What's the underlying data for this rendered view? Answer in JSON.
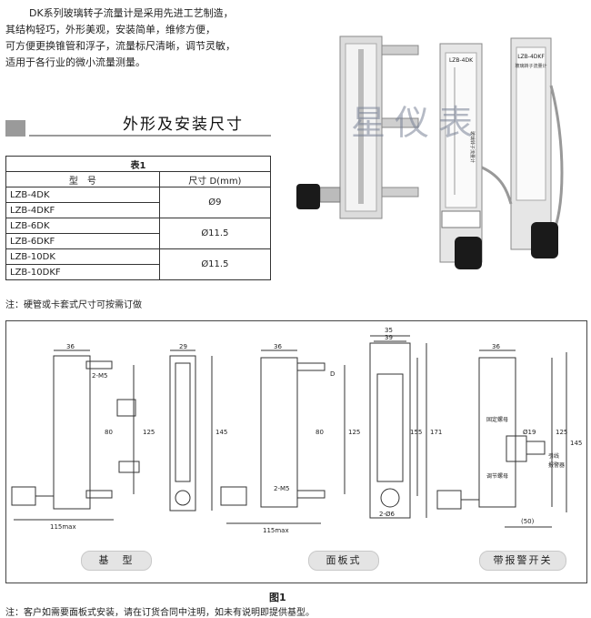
{
  "intro": {
    "lines": [
      "DK系列玻璃转子流量计是采用先进工艺制造，",
      "其结构轻巧，外形美观，安装简单，维修方便，",
      "可方便更换锥管和浮子，流量标尺清晰，调节灵敏，",
      "适用于各行业的微小流量测量。"
    ]
  },
  "section_title": "外形及安装尺寸",
  "table": {
    "caption": "表1",
    "headers": [
      "型　号",
      "尺寸 D(mm)"
    ],
    "rows": [
      {
        "models": [
          "LZB-4DK",
          "LZB-4DKF"
        ],
        "dim": "Ø9"
      },
      {
        "models": [
          "LZB-6DK",
          "LZB-6DKF"
        ],
        "dim": "Ø11.5"
      },
      {
        "models": [
          "LZB-10DK",
          "LZB-10DKF"
        ],
        "dim": "Ø11.5"
      }
    ]
  },
  "note_table": "注：硬管或卡套式尺寸可按需订做",
  "photo": {
    "watermark": "星仪表",
    "label_4dk": "LZB-4DK",
    "label_4dk_sub": "玻璃转子流量计",
    "label_4dkf": "LZB-4DKF",
    "label_4dkf_sub": "玻璃转子流量计"
  },
  "figure": {
    "label": "图1",
    "views": [
      "基　型",
      "面板式",
      "带报警开关"
    ],
    "dims": {
      "d36": "36",
      "d29": "29",
      "d35": "35",
      "d39": "39",
      "d80": "80",
      "d125": "125",
      "d145": "145",
      "d155": "155",
      "d171": "171",
      "d115max": "115max",
      "d2m5": "2-M5",
      "dD": "D",
      "dphi19": "Ø19",
      "d50": "(50)",
      "d2phi6": "2-Ø6"
    },
    "callouts": [
      "固定螺母",
      "调节螺母",
      "引线",
      "报警器"
    ]
  },
  "note_bottom": "注：客户如需要面板式安装，请在订货合同中注明，如未有说明即提供基型。"
}
